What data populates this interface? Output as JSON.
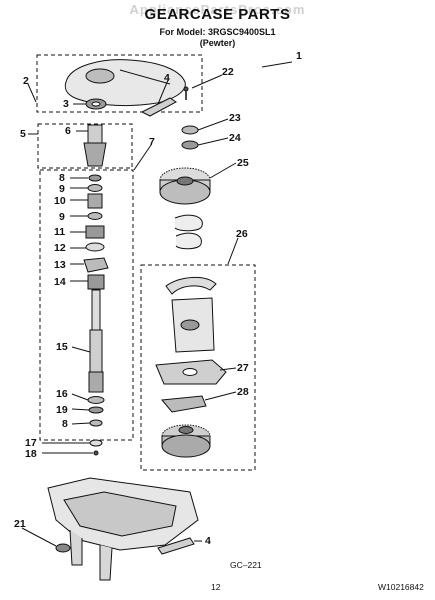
{
  "header": {
    "watermark": "AppliancePartsPros.com",
    "title": "GEARCASE PARTS",
    "model_line": "For Model: 3RGSC9400SL1",
    "finish_line": "(Pewter)"
  },
  "callouts": {
    "c1": "1",
    "c2": "2",
    "c3": "3",
    "c4a": "4",
    "c4b": "4",
    "c5": "5",
    "c6": "6",
    "c7": "7",
    "c8a": "8",
    "c8b": "8",
    "c9a": "9",
    "c9b": "9",
    "c10": "10",
    "c11": "11",
    "c12": "12",
    "c13": "13",
    "c14": "14",
    "c15": "15",
    "c16": "16",
    "c17": "17",
    "c18": "18",
    "c19": "19",
    "c21": "21",
    "c22": "22",
    "c23": "23",
    "c24": "24",
    "c25": "25",
    "c26": "26",
    "c27": "27",
    "c28": "28"
  },
  "footer": {
    "figure_code": "GC–221",
    "page_number": "12",
    "doc_number": "W10216842"
  }
}
